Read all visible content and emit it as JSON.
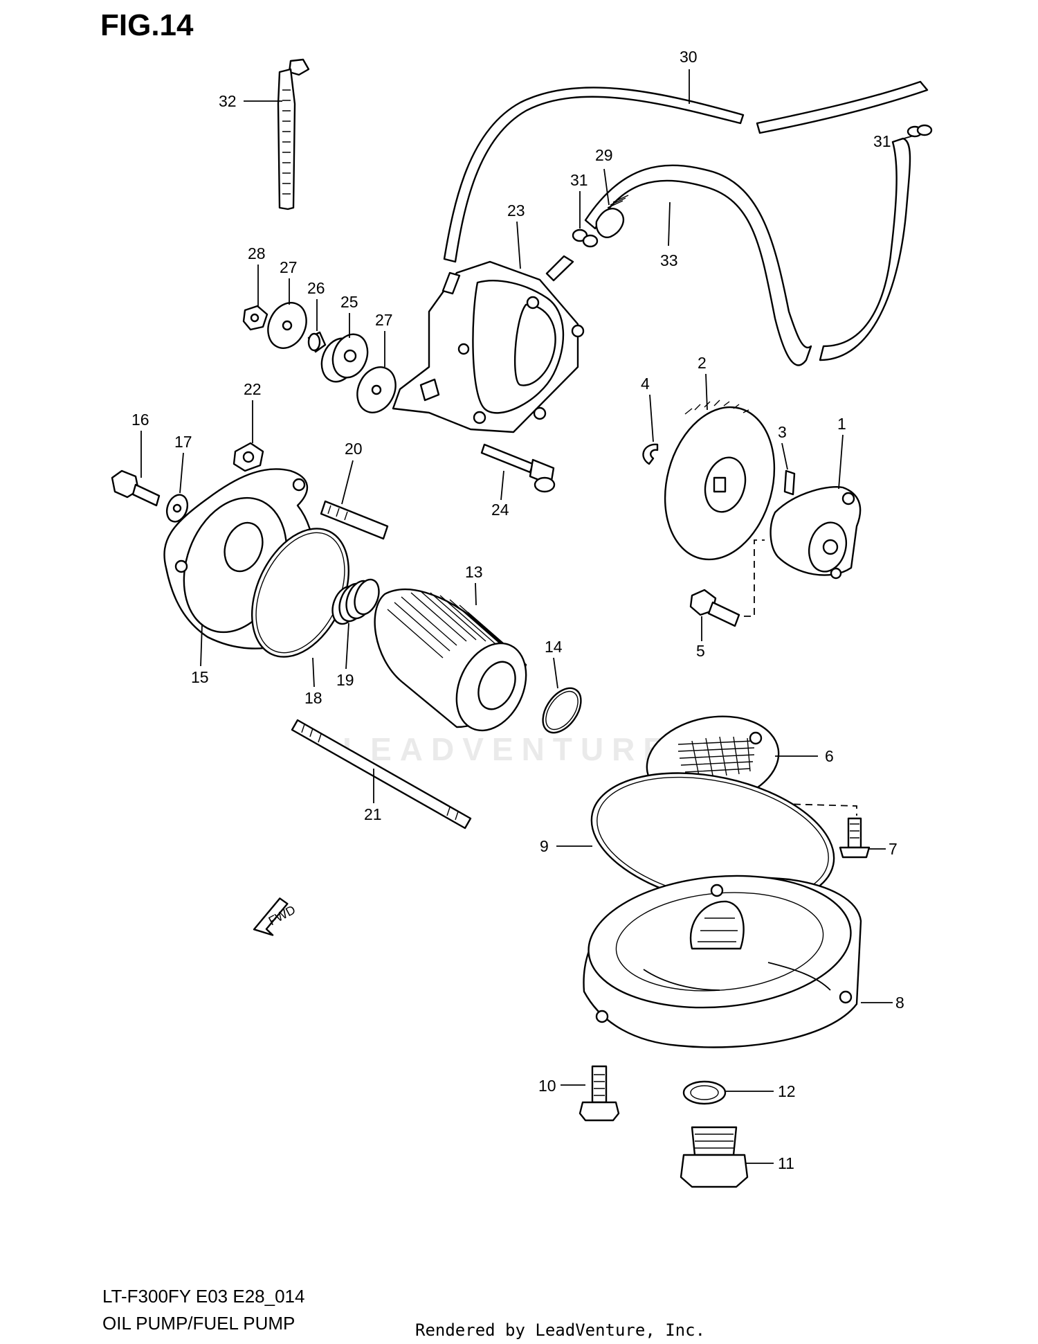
{
  "figure_title": "FIG.14",
  "footer": {
    "model_code": "LT-F300FY E03 E28_014",
    "section_name": "OIL PUMP/FUEL PUMP",
    "credit": "Rendered by LeadVenture, Inc."
  },
  "watermark": "LEADVENTURE",
  "fwd_label": "FWD",
  "callouts": {
    "c1": "1",
    "c2": "2",
    "c3": "3",
    "c4": "4",
    "c5": "5",
    "c6": "6",
    "c7": "7",
    "c8": "8",
    "c9": "9",
    "c10": "10",
    "c11": "11",
    "c12": "12",
    "c13": "13",
    "c14": "14",
    "c15": "15",
    "c16": "16",
    "c17": "17",
    "c18": "18",
    "c19": "19",
    "c20": "20",
    "c21": "21",
    "c22": "22",
    "c23": "23",
    "c24": "24",
    "c25": "25",
    "c26": "26",
    "c27a": "27",
    "c27b": "27",
    "c28": "28",
    "c29": "29",
    "c30": "30",
    "c31a": "31",
    "c31b": "31",
    "c32": "32",
    "c33": "33"
  }
}
